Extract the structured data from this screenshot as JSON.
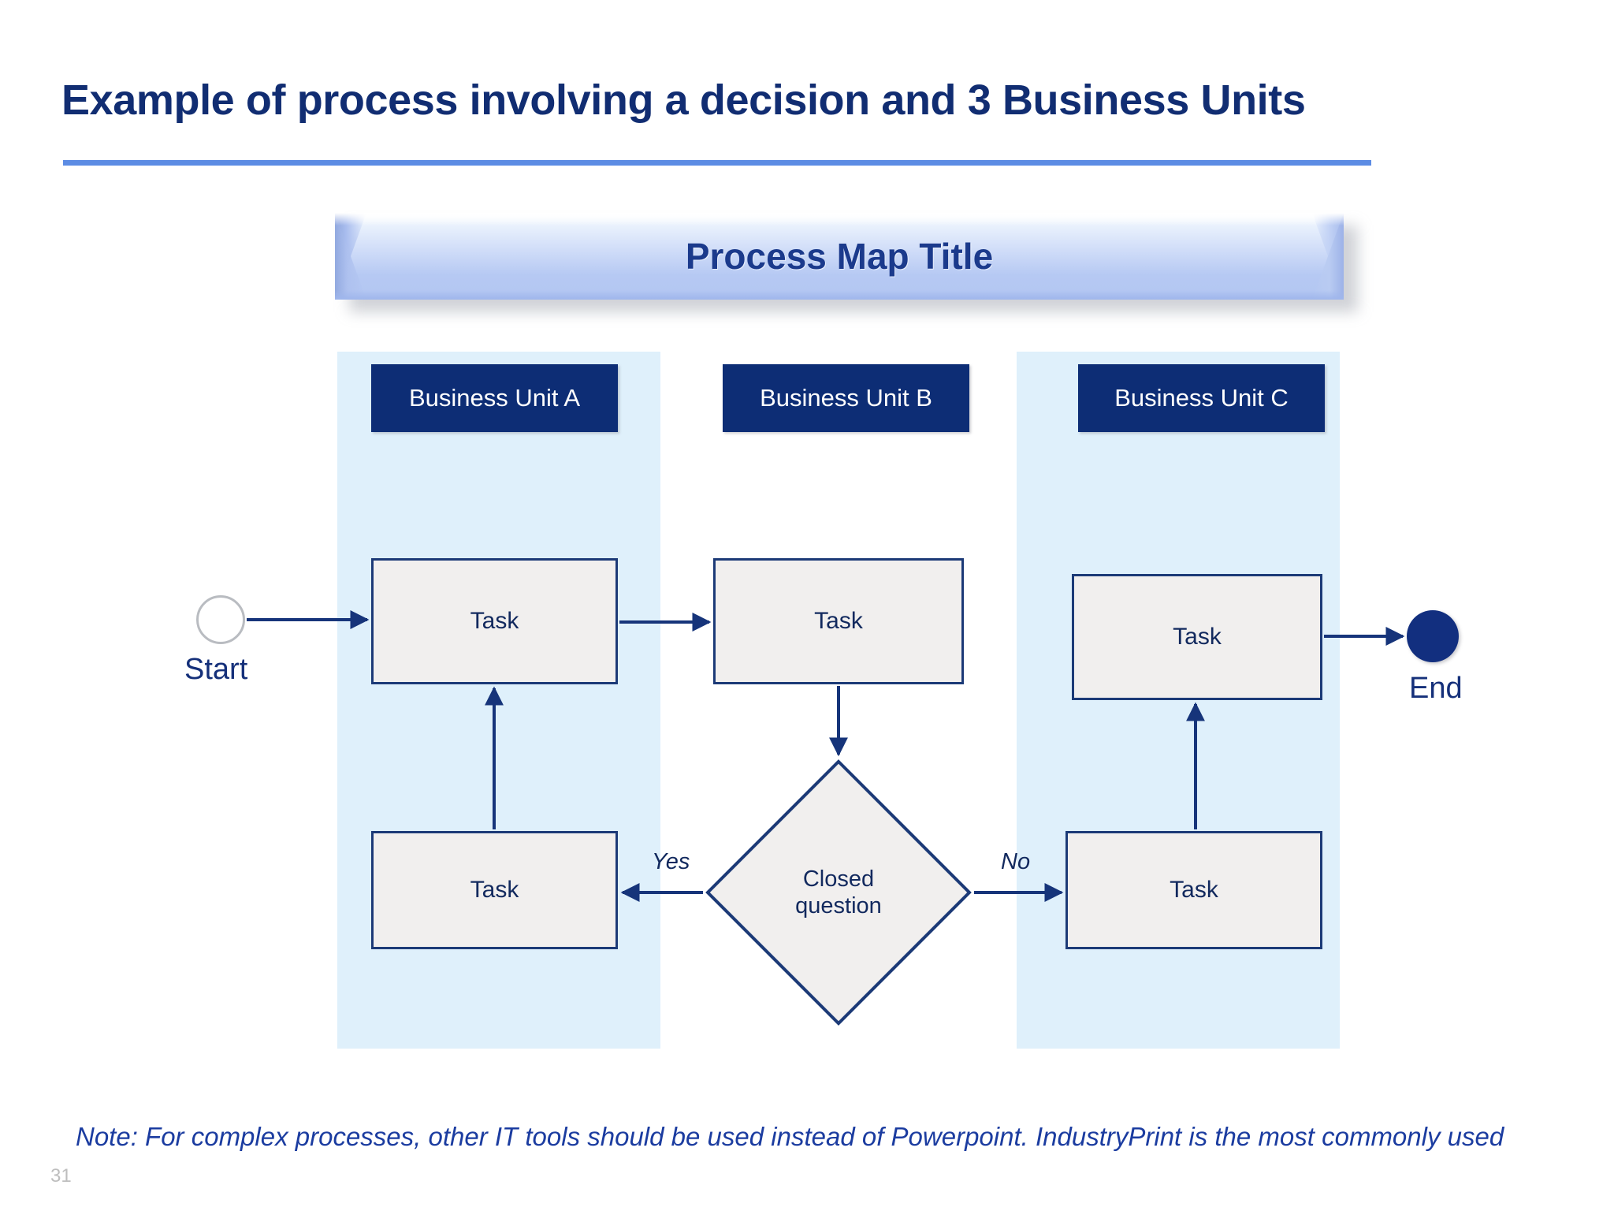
{
  "slide": {
    "title": "Example of process involving a decision and 3 Business Units",
    "page_number": "31",
    "footer_note": "Note: For complex processes, other IT tools should be used instead of Powerpoint. IndustryPrint is the most commonly used"
  },
  "banner": {
    "label": "Process Map Title"
  },
  "lanes": [
    {
      "id": "a",
      "label": "Business Unit A",
      "has_band": true
    },
    {
      "id": "b",
      "label": "Business Unit B",
      "has_band": false
    },
    {
      "id": "c",
      "label": "Business Unit C",
      "has_band": true
    }
  ],
  "nodes": {
    "start": {
      "label": "Start",
      "shape": "circle-open"
    },
    "end": {
      "label": "End",
      "shape": "circle-filled"
    },
    "task_a1": {
      "label": "Task",
      "lane": "a"
    },
    "task_a2": {
      "label": "Task",
      "lane": "a"
    },
    "task_b1": {
      "label": "Task",
      "lane": "b"
    },
    "task_c1": {
      "label": "Task",
      "lane": "c"
    },
    "task_c2": {
      "label": "Task",
      "lane": "c"
    },
    "decision": {
      "label_line1": "Closed",
      "label_line2": "question",
      "shape": "diamond"
    }
  },
  "branches": {
    "yes": "Yes",
    "no": "No"
  },
  "colors": {
    "title_navy": "#112D72",
    "rule_blue": "#5C8CE4",
    "lane_band": "#DFF0FB",
    "lane_header": "#0D2D75",
    "task_fill": "#F1EFEE",
    "node_border": "#1C3A77",
    "end_fill": "#122F7F",
    "note_blue": "#1B3CA0",
    "page_number_gray": "#BEBEBE"
  }
}
